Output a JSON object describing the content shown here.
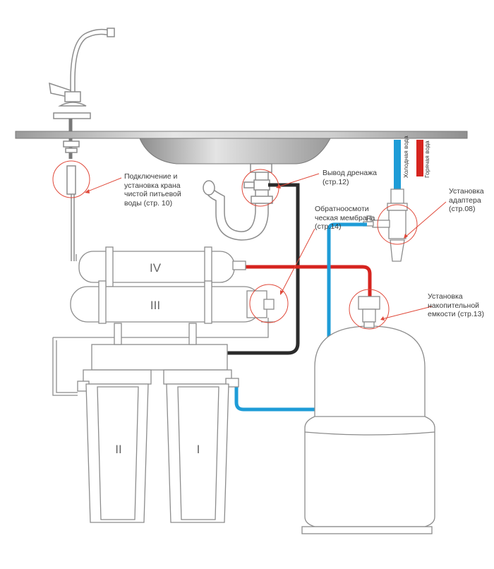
{
  "labels": {
    "faucet": "Подключение и\nустановка крана\nчистой питьевой\nводы (стр. 10)",
    "drain": "Вывод дренажа\n(стр.12)",
    "membrane": "Обратноосмоти\nческая мембрана\n(стр.14)",
    "adapter": "Установка\nадаптера\n(стр.08)",
    "tank": "Установка\nнакопительной\nемкости (стр.13)"
  },
  "pipes": {
    "cold": "Холодная вода",
    "hot": "Горячая вода"
  },
  "stages": {
    "s1": "I",
    "s2": "II",
    "s3": "III",
    "s4": "IV"
  },
  "colors": {
    "red_line": "#d6241f",
    "blue_line": "#1e9cd7",
    "drain_line": "#2b2b2b",
    "callout": "#e0493a",
    "outline": "#8c8c8c",
    "sink": "#b9b9b9"
  }
}
